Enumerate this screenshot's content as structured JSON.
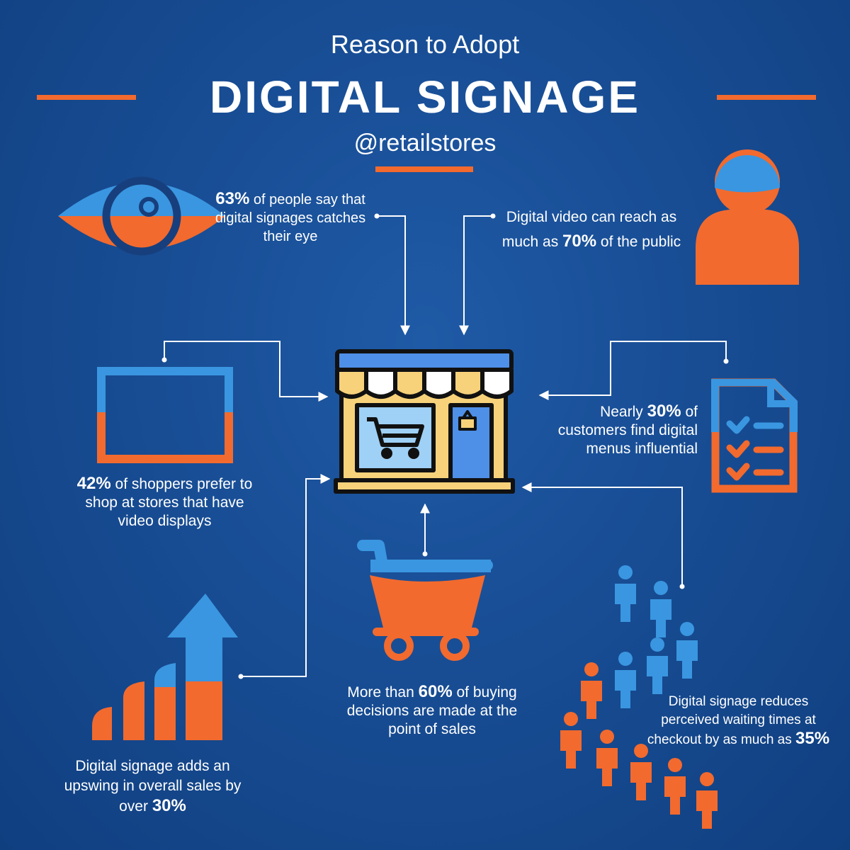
{
  "header": {
    "subtitle": "Reason to Adopt",
    "title": "DIGITAL SIGNAGE",
    "handle": "@retailstores"
  },
  "colors": {
    "background": "#184d94",
    "orange": "#f26a2e",
    "blue": "#3a96e0",
    "white": "#ffffff"
  },
  "facts": {
    "eye": {
      "stat": "63%",
      "text": " of people say that digital signages catches their eye"
    },
    "video": {
      "pre": "Digital video can reach as much as ",
      "stat": "70%",
      "post": " of the public"
    },
    "screens": {
      "stat": "42%",
      "text": " of shoppers prefer to shop at stores that have video displays"
    },
    "menus": {
      "pre": "Nearly ",
      "stat": "30%",
      "post": " of customers find digital menus influential"
    },
    "buying": {
      "pre": "More than ",
      "stat": "60%",
      "post": " of buying decisions are made at the point of sales"
    },
    "sales": {
      "pre": "Digital signage adds an upswing in overall sales by over ",
      "stat": "30%"
    },
    "waiting": {
      "pre": "Digital signage reduces perceived waiting times at checkout by as much as ",
      "stat": "35%"
    }
  },
  "icons": [
    "eye-icon",
    "person-icon",
    "monitor-icon",
    "checklist-icon",
    "store-icon",
    "cart-icon",
    "growth-chart-icon",
    "queue-people-icon"
  ]
}
